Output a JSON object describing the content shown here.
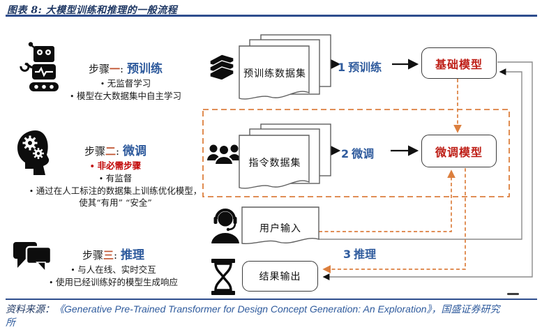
{
  "header": {
    "title": "图表 8:  大模型训练和推理的一般流程"
  },
  "colors": {
    "navy": "#1F3864",
    "rule_blue": "#2E4D8E",
    "blue": "#2F5B9D",
    "orange_num": "#C0532F",
    "red": "#C00000",
    "model_red": "#BE1E16",
    "dash": "#DC7F3E",
    "gray": "#8C8C8C"
  },
  "steps": [
    {
      "prefix": "步骤",
      "num": "一",
      "colon": ":",
      "name": "预训练",
      "icon": "robot-icon",
      "bullets": [
        "无监督学习",
        "模型在大数据集中自主学习"
      ]
    },
    {
      "prefix": "步骤",
      "num": "二",
      "colon": ":",
      "name": "微调",
      "icon": "brain-gears-icon",
      "bullets": [
        "非必需步骤",
        "有监督",
        "通过在人工标注的数据集上训练优化模型，"
      ],
      "tail": "使其“有用” “安全”"
    },
    {
      "prefix": "步骤",
      "num": "三",
      "colon": ":",
      "name": "推理",
      "icon": "chat-bubbles-icon",
      "bullets": [
        "与人在线、实时交互",
        "使用已经训练好的模型生成响应"
      ]
    }
  ],
  "flow": {
    "row1": {
      "dataset": "预训练数据集",
      "num": "1",
      "label": "预训练",
      "model": "基础模型",
      "icon": "books-icon"
    },
    "row2": {
      "dataset": "指令数据集",
      "num": "2",
      "label": "微调",
      "model": "微调模型",
      "icon": "people-icon"
    },
    "row3": {
      "input": "用户输入",
      "icon": "user-headset-icon"
    },
    "row4": {
      "num": "3",
      "label": "推理",
      "output": "结果输出",
      "icon": "hourglass-icon"
    }
  },
  "footer": {
    "prefix": "资料来源：",
    "source": "《Generative Pre-Trained Transformer for Design Concept Generation: An Exploration》",
    "suffix": "，国盛证券研究所"
  }
}
